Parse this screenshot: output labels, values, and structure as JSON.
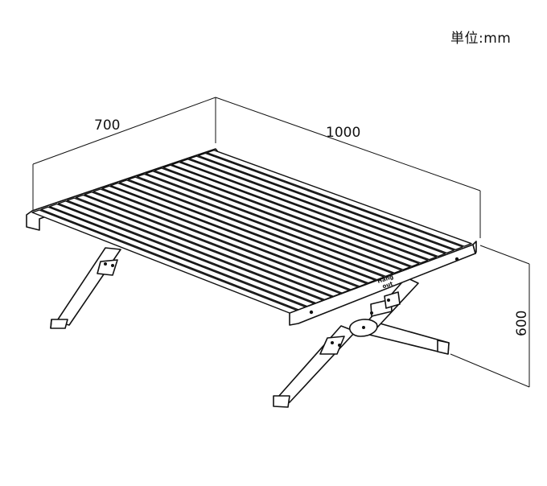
{
  "unit_label": "単位:mm",
  "dimensions": {
    "depth": "700",
    "width": "1000",
    "height": "600"
  },
  "brand_mark": [
    "Hang",
    "out"
  ],
  "slat_count": 21,
  "colors": {
    "line": "#111111",
    "slat_fill": "#ffffff",
    "frame_fill": "#ffffff"
  }
}
